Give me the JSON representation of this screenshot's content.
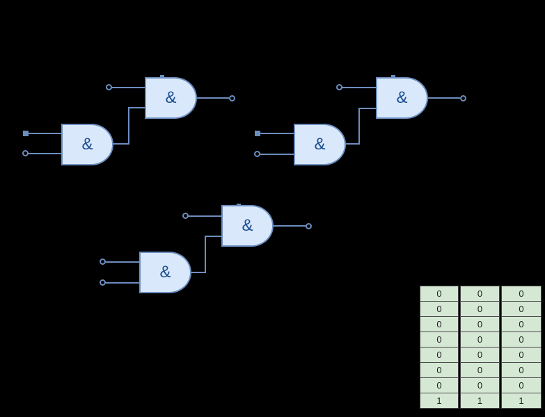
{
  "diagram": {
    "gate_symbol": "&",
    "gate_type": "AND",
    "gate_count": 6,
    "group_count": 3,
    "colors": {
      "background": "#000000",
      "gate_fill": "#dae8fc",
      "gate_stroke": "#6c8ebf",
      "gate_label": "#1a4e8f",
      "wire": "#6c8ebf",
      "table_fill": "#d5e8d4",
      "table_border": "#474747",
      "table_text": "#202020"
    }
  },
  "truth_table": {
    "columns": 3,
    "row_count": 8,
    "rows": [
      [
        "0",
        "0",
        "0"
      ],
      [
        "0",
        "0",
        "0"
      ],
      [
        "0",
        "0",
        "0"
      ],
      [
        "0",
        "0",
        "0"
      ],
      [
        "0",
        "0",
        "0"
      ],
      [
        "0",
        "0",
        "0"
      ],
      [
        "0",
        "0",
        "0"
      ],
      [
        "1",
        "1",
        "1"
      ]
    ]
  }
}
